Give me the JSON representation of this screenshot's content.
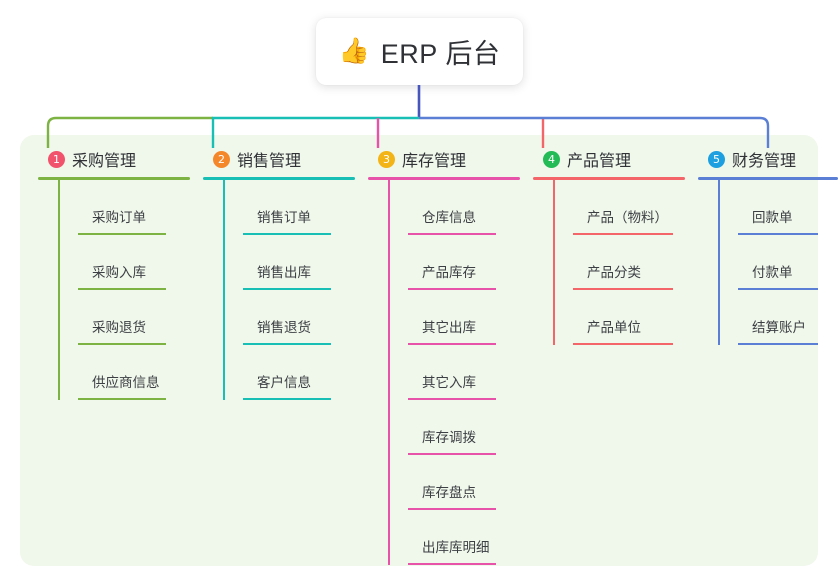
{
  "diagram": {
    "type": "mind-map",
    "root": {
      "icon": "thumbs-up-icon",
      "glyph": "👍",
      "title": "ERP 后台"
    },
    "panel_background": "#f0f7eb",
    "trunk_color": "#4756bf",
    "branches": [
      {
        "number": "1",
        "title": "采购管理",
        "badge_color": "#f2536c",
        "line_color": "#7cb342",
        "items": [
          "采购订单",
          "采购入库",
          "采购退货",
          "供应商信息"
        ]
      },
      {
        "number": "2",
        "title": "销售管理",
        "badge_color": "#f5872b",
        "line_color": "#17bfb4",
        "items": [
          "销售订单",
          "销售出库",
          "销售退货",
          "客户信息"
        ]
      },
      {
        "number": "3",
        "title": "库存管理",
        "badge_color": "#f2b417",
        "line_color": "#e653a8",
        "items": [
          "仓库信息",
          "产品库存",
          "其它出库",
          "其它入库",
          "库存调拨",
          "库存盘点",
          "出库库明细"
        ]
      },
      {
        "number": "4",
        "title": "产品管理",
        "badge_color": "#22bb55",
        "line_color": "#f4656a",
        "items": [
          "产品（物料）",
          "产品分类",
          "产品单位"
        ]
      },
      {
        "number": "5",
        "title": "财务管理",
        "badge_color": "#1e9fe0",
        "line_color": "#5b7fd4",
        "items": [
          "回款单",
          "付款单",
          "结算账户"
        ]
      }
    ]
  }
}
